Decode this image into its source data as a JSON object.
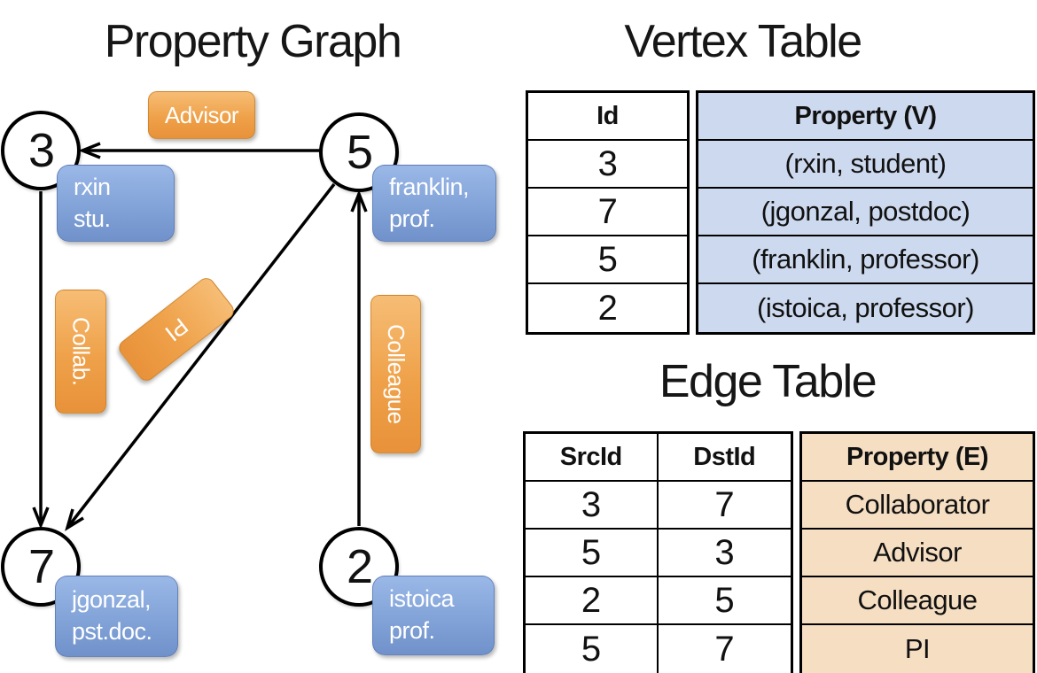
{
  "graph": {
    "title": "Property Graph",
    "nodes": {
      "n3": {
        "id": "3",
        "prop_line1": "rxin",
        "prop_line2": "stu."
      },
      "n5": {
        "id": "5",
        "prop_line1": "franklin,",
        "prop_line2": "prof."
      },
      "n7": {
        "id": "7",
        "prop_line1": "jgonzal,",
        "prop_line2": "pst.doc."
      },
      "n2": {
        "id": "2",
        "prop_line1": "istoica",
        "prop_line2": "prof."
      }
    },
    "edge_labels": {
      "advisor": "Advisor",
      "collab": "Collab.",
      "pi": "PI",
      "colleague": "Colleague"
    }
  },
  "vertex_table": {
    "title": "Vertex Table",
    "headers": {
      "id": "Id",
      "property": "Property (V)"
    },
    "rows": [
      {
        "id": "3",
        "property": "(rxin, student)"
      },
      {
        "id": "7",
        "property": "(jgonzal, postdoc)"
      },
      {
        "id": "5",
        "property": "(franklin, professor)"
      },
      {
        "id": "2",
        "property": "(istoica, professor)"
      }
    ]
  },
  "edge_table": {
    "title": "Edge Table",
    "headers": {
      "src": "SrcId",
      "dst": "DstId",
      "property": "Property (E)"
    },
    "rows": [
      {
        "src": "3",
        "dst": "7",
        "property": "Collaborator"
      },
      {
        "src": "5",
        "dst": "3",
        "property": "Advisor"
      },
      {
        "src": "2",
        "dst": "5",
        "property": "Colleague"
      },
      {
        "src": "5",
        "dst": "7",
        "property": "PI"
      }
    ]
  },
  "colors": {
    "edge_label_orange": "#efa149",
    "vertex_prop_blue": "#82a3d8",
    "vertex_table_cell_blue": "#cdd9ee",
    "edge_table_cell_tan": "#f6dec2",
    "line_black": "#000000",
    "node_fill_white": "#ffffff"
  }
}
